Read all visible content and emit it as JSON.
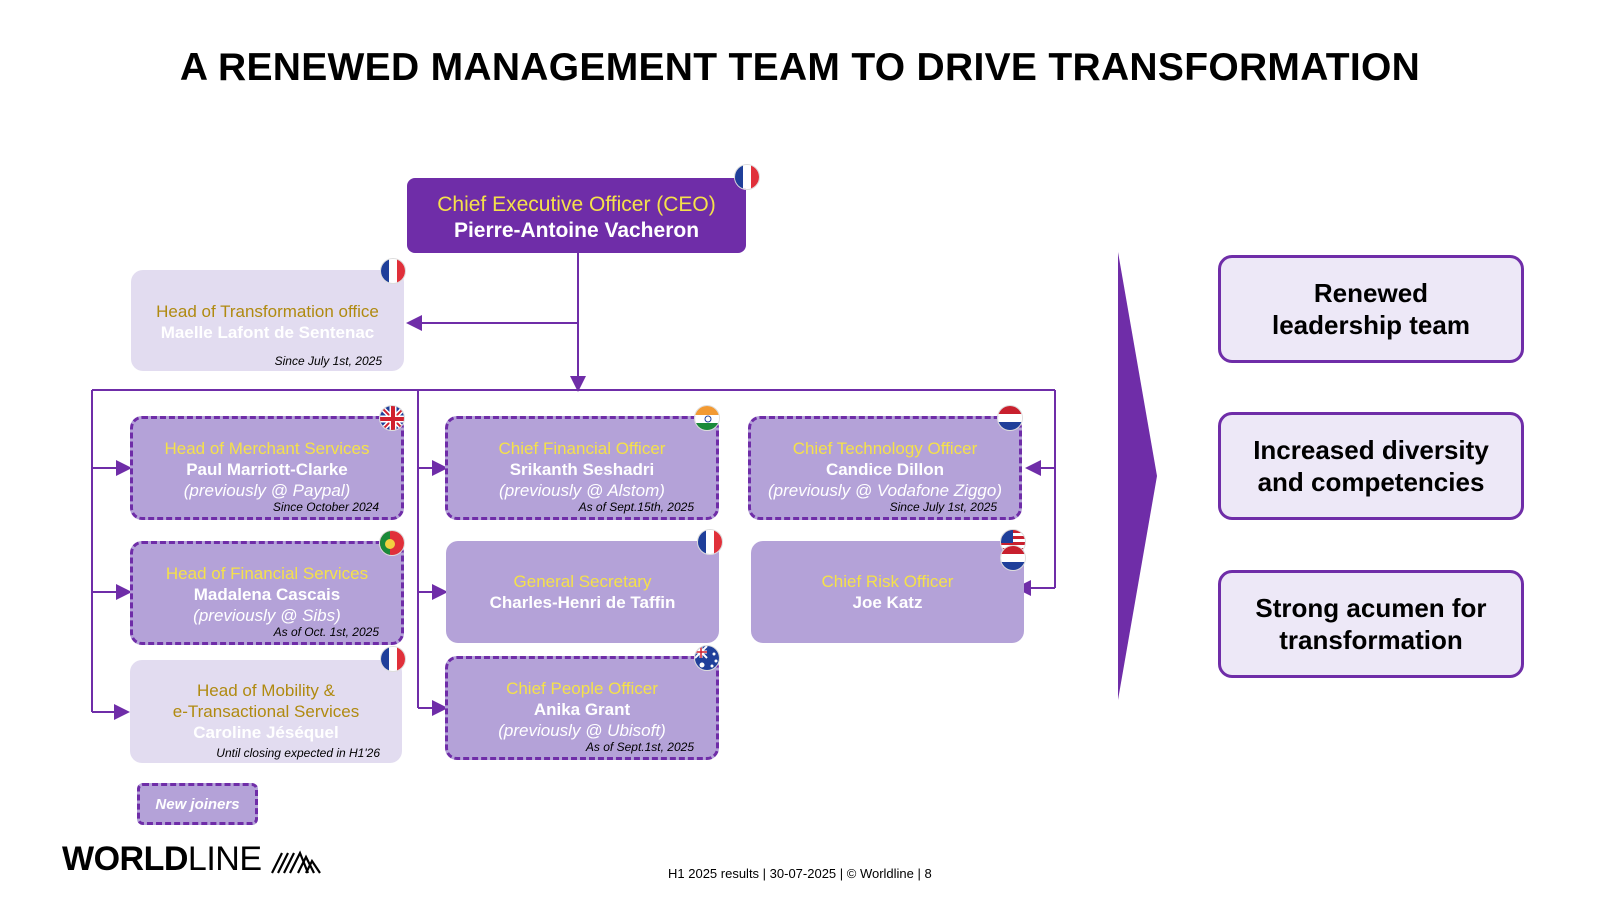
{
  "slide": {
    "title": "A RENEWED MANAGEMENT TEAM TO DRIVE TRANSFORMATION",
    "footer": "H1 2025 results | 30-07-2025 | © Worldline | 8",
    "logo_bold": "WORLD",
    "logo_light": "LINE",
    "legend_label": "New joiners"
  },
  "colors": {
    "purple": "#6f2da8",
    "lavender": "#b4a2d8",
    "light_lavender": "#e2dcf0",
    "yellow_text": "#f5e14a"
  },
  "org": {
    "ceo": {
      "role": "Chief Executive Officer (CEO)",
      "name": "Pierre-Antoine Vacheron",
      "flag": "france-flag-icon"
    },
    "transformation": {
      "role": "Head of Transformation office",
      "name": "Maelle Lafont de Sentenac",
      "since": "Since July 1st, 2025",
      "flag": "france-flag-icon"
    },
    "merchant": {
      "role": "Head of Merchant Services",
      "name": "Paul Marriott-Clarke",
      "prev": "(previously @ Paypal)",
      "since": "Since October 2024",
      "flag": "uk-flag-icon"
    },
    "financial_services": {
      "role": "Head of Financial Services",
      "name": "Madalena Cascais",
      "prev": "(previously @ Sibs)",
      "since": "As of Oct. 1st, 2025",
      "flag": "portugal-flag-icon"
    },
    "mobility": {
      "role_line1": "Head of Mobility &",
      "role_line2": "e-Transactional Services",
      "name": "Caroline Jéséquel",
      "since": "Until closing expected in H1'26",
      "flag": "france-flag-icon"
    },
    "cfo": {
      "role": "Chief Financial Officer",
      "name": "Srikanth Seshadri",
      "prev": "(previously @ Alstom)",
      "since": "As of Sept.15th, 2025",
      "flag": "india-flag-icon"
    },
    "secretary": {
      "role": "General Secretary",
      "name": "Charles-Henri de Taffin",
      "flag": "france-flag-icon"
    },
    "cpo": {
      "role": "Chief People Officer",
      "name": "Anika Grant",
      "prev": "(previously @ Ubisoft)",
      "since": "As of Sept.1st, 2025",
      "flag": "australia-flag-icon"
    },
    "cto": {
      "role": "Chief Technology Officer",
      "name": "Candice Dillon",
      "prev": "(previously @ Vodafone Ziggo)",
      "since": "Since July 1st, 2025",
      "flag": "netherlands-flag-icon"
    },
    "cro": {
      "role": "Chief Risk Officer",
      "name": "Joe Katz",
      "flags": [
        "usa-flag-icon",
        "netherlands-flag-icon"
      ]
    }
  },
  "outcomes": [
    {
      "line1": "Renewed",
      "line2": "leadership team"
    },
    {
      "line1": "Increased diversity",
      "line2": "and competencies"
    },
    {
      "line1": "Strong acumen for",
      "line2": "transformation"
    }
  ]
}
